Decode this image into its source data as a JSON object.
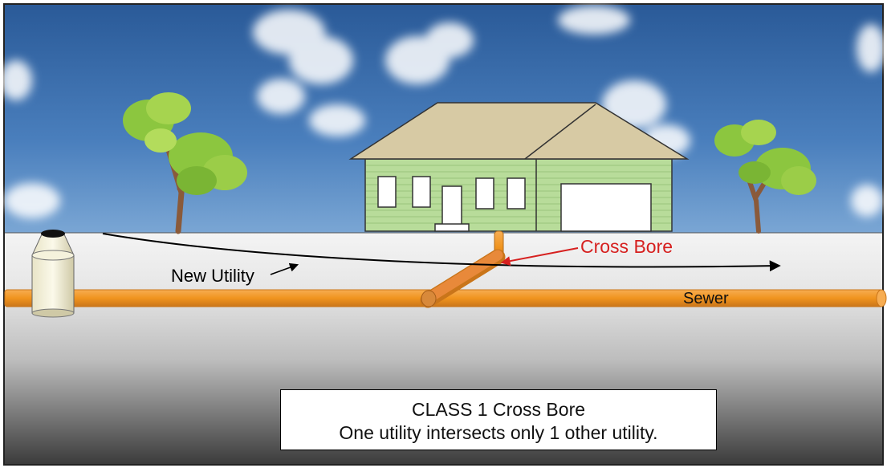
{
  "labels": {
    "new_utility": "New Utility",
    "cross_bore": "Cross Bore",
    "sewer": "Sewer"
  },
  "caption": {
    "title": "CLASS 1 Cross Bore",
    "description": "One utility intersects only 1 other utility."
  },
  "colors": {
    "sky_top": "#2d5e9c",
    "sky_bottom": "#6f9ed0",
    "ground_top": "#f2f2f2",
    "ground_bottom": "#3a3a3a",
    "pipe": "#f0941e",
    "pipe_dark": "#c9751a",
    "house_siding": "#b8dc9a",
    "roof": "#d7caa4",
    "tree_leaf": "#8cc63f",
    "tree_trunk": "#8a5a3a",
    "cross_bore_label": "#d6201f",
    "arrow": "#000000"
  }
}
